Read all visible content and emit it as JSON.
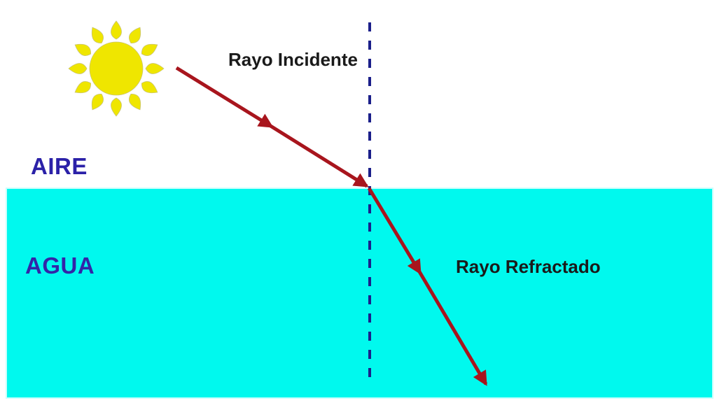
{
  "diagram": {
    "type": "physics-refraction-diagram",
    "labels": {
      "incident_ray": "Rayo Incidente",
      "refracted_ray": "Rayo Refractado",
      "air": "AIRE",
      "water": "AGUA"
    },
    "icons": {
      "sun": "sun-icon",
      "incident_arrow": "arrowhead-icon",
      "refracted_arrow": "arrowhead-icon"
    },
    "colors": {
      "background": "#ffffff",
      "water_fill": "#00f9ee",
      "ray_red": "#a8151d",
      "normal_navy": "#1b1f8a",
      "sun_yellow": "#efe600",
      "sun_outline": "#c8c37a",
      "label_air_blue": "#2b21a8",
      "label_water_blue": "#3325a8",
      "label_black": "#1a1a1a"
    }
  }
}
